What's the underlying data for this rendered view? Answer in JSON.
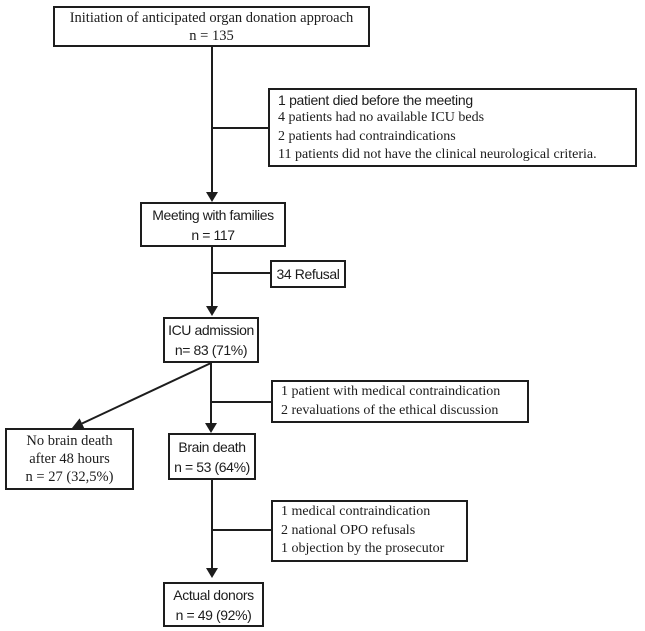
{
  "nodes": {
    "initiation": {
      "lines": [
        "Initiation of anticipated organ donation approach",
        "n = 135"
      ]
    },
    "exclusions_before_meeting": {
      "lines": [
        "1 patient died before the meeting",
        "4 patients had no available ICU beds",
        "2 patients had contraindications",
        "11 patients did not have the clinical neurological criteria."
      ]
    },
    "meeting": {
      "lines": [
        "Meeting with families",
        "n = 117"
      ]
    },
    "refusal": {
      "lines": [
        "34 Refusal"
      ]
    },
    "icu_admission": {
      "lines": [
        "ICU admission",
        "n= 83 (71%)"
      ]
    },
    "exclusions_after_icu": {
      "lines": [
        "1 patient with medical contraindication",
        "2 revaluations of the ethical discussion"
      ]
    },
    "no_brain_death": {
      "lines": [
        "No brain death",
        "after 48 hours",
        "n = 27 (32,5%)"
      ]
    },
    "brain_death": {
      "lines": [
        "Brain death",
        "n = 53 (64%)"
      ]
    },
    "exclusions_after_brain_death": {
      "lines": [
        "1 medical contraindication",
        "2 national OPO refusals",
        "1 objection by the prosecutor"
      ]
    },
    "actual_donors": {
      "lines": [
        "Actual donors",
        "n = 49 (92%)"
      ]
    }
  },
  "colors": {
    "line": "#1d1d1d",
    "border": "#1d1d1d",
    "background": "#ffffff",
    "text": "#1c1c1c"
  }
}
